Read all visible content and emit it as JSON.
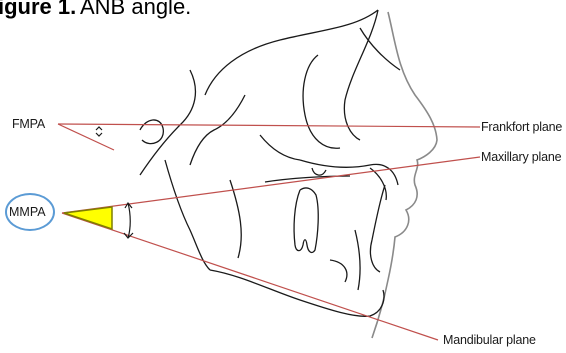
{
  "caption": {
    "bold": "igure 1.",
    "rest": "ANB angle."
  },
  "labels": {
    "fmpa": "FMPA",
    "mmpa": "MMPA",
    "frankfort": "Frankfort plane",
    "maxillary": "Maxillary plane",
    "mandibular": "Mandibular plane"
  },
  "colors": {
    "plane_line": "#c0504d",
    "highlight_fill": "#ffff00",
    "highlight_stroke": "#7f7f00",
    "circle": "#5b9bd5",
    "sketch": "#1a1a1a",
    "soft_tissue": "#8a8a8a"
  }
}
